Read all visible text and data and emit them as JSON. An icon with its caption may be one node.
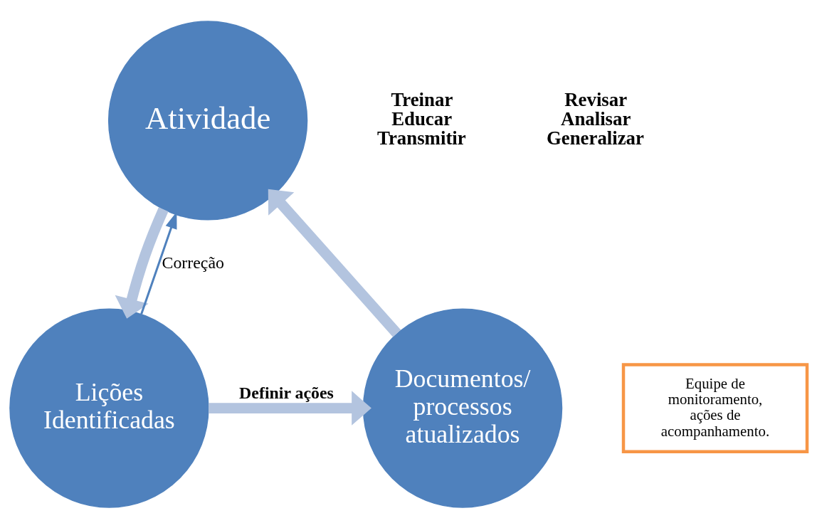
{
  "diagram": {
    "nodes": [
      {
        "text": [
          "Atividade"
        ]
      },
      {
        "text": [
          "Lições Identificadas"
        ]
      },
      {
        "text": [
          "Documentos/ processos atualizados"
        ]
      },
      {
        "text": [
          "Equipe de monitoramento, ações de acompanhamento."
        ]
      }
    ],
    "edges": [
      {
        "from": 0,
        "to": 1,
        "arrow": "to"
      },
      {
        "from": 1,
        "to": 2,
        "arrow": "to",
        "label": "Definir ações"
      },
      {
        "from": 2,
        "to": 0,
        "arrow": "to"
      },
      {
        "from": 1,
        "to": 0,
        "arrow": "to",
        "color": "#4f81bd",
        "label": "Correção"
      }
    ],
    "labels": [
      "Treinar",
      "Educar",
      "Transmitir",
      "Revisar",
      "Analisar",
      "Generalizar"
    ]
  }
}
